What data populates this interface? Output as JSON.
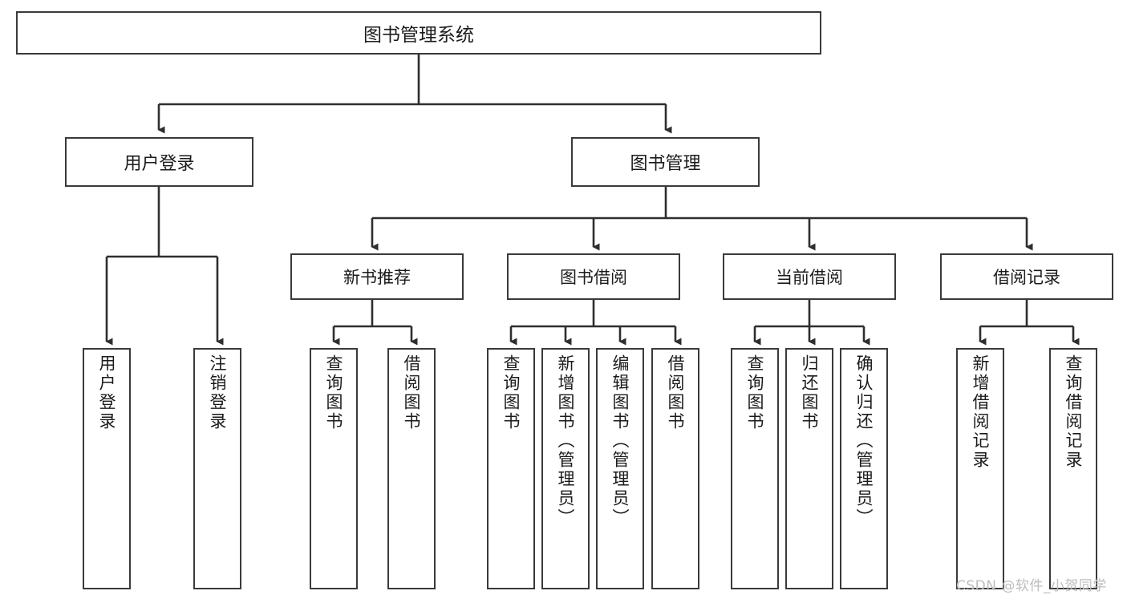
{
  "diagram": {
    "title": "图书管理系统",
    "type": "hierarchy-tree",
    "colors": {
      "box_border": "#3a3a3a",
      "box_fill": "#ffffff",
      "edge": "#2e2e2e",
      "text": "#1b1b1b",
      "watermark": "#bdbdbd",
      "background": "#ffffff"
    },
    "root": {
      "label": "图书管理系统"
    },
    "level1": [
      {
        "label": "用户登录"
      },
      {
        "label": "图书管理"
      }
    ],
    "level2": [
      {
        "label": "新书推荐"
      },
      {
        "label": "图书借阅"
      },
      {
        "label": "当前借阅"
      },
      {
        "label": "借阅记录"
      }
    ],
    "leaves": {
      "user_login": [
        {
          "label": "用户登录"
        },
        {
          "label": "注销登录"
        }
      ],
      "new_book_recommend": [
        {
          "label": "查询图书"
        },
        {
          "label": "借阅图书"
        }
      ],
      "book_borrow": [
        {
          "label": "查询图书"
        },
        {
          "label": "新增图书（管理员）"
        },
        {
          "label": "编辑图书（管理员）"
        },
        {
          "label": "借阅图书"
        }
      ],
      "current_borrow": [
        {
          "label": "查询图书"
        },
        {
          "label": "归还图书"
        },
        {
          "label": "确认归还（管理员）"
        }
      ],
      "borrow_record": [
        {
          "label": "新增借阅记录"
        },
        {
          "label": "查询借阅记录"
        }
      ]
    }
  },
  "watermark": {
    "text": "CSDN @软件_小贺同学"
  }
}
